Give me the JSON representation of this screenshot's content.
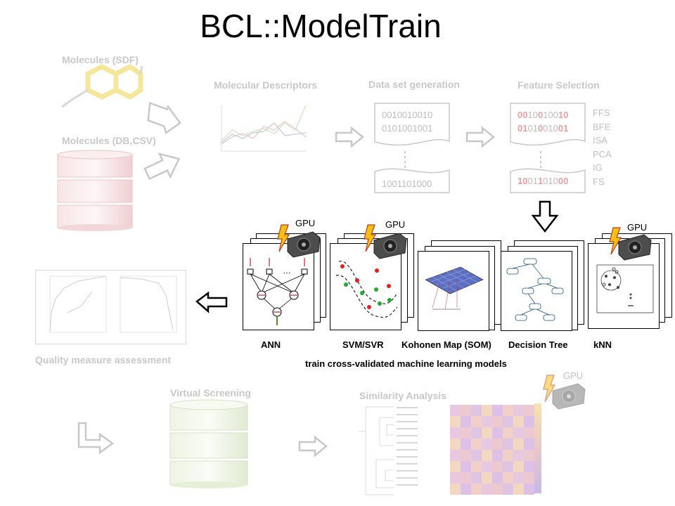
{
  "title": "BCL::ModelTrain",
  "inputs": {
    "molecules_sdf": "Molecules (SDF)",
    "molecules_db": "Molecules (DB,CSV)"
  },
  "pipeline": {
    "descriptors": "Molecular Descriptors",
    "dataset": "Data set generation",
    "dataset_bits": [
      "0010010010",
      "0101001001",
      "1001101000"
    ],
    "feature_selection": "Feature Selection",
    "feature_bits": [
      "0010010010",
      "0101001001",
      "1001101000"
    ],
    "fs_methods": [
      "FFS",
      "BFE",
      "ISA",
      "PCA",
      "IG",
      "FS"
    ]
  },
  "models": {
    "gpu_label": "GPU",
    "ann": "ANN",
    "svm": "SVM/SVR",
    "som": "Kohonen Map (SOM)",
    "tree": "Decision Tree",
    "knn": "kNN",
    "caption": "train cross-validated machine learning models"
  },
  "outputs": {
    "quality": "Quality measure assessment",
    "virtual_screening": "Virtual Screening",
    "similarity": "Similarity Analysis"
  },
  "colors": {
    "faded_text": "#c8c8c8",
    "highlight_bits": "#e8a0a0",
    "db_pink": "#f3d6d8",
    "db_green": "#e4efd6"
  }
}
